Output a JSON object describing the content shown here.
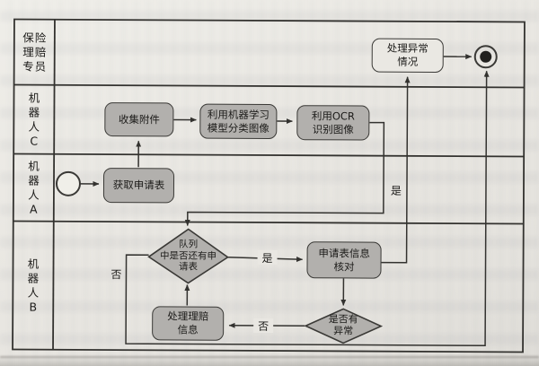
{
  "diagram": {
    "lanes": [
      {
        "id": "claims-specialist",
        "label": "保险\n理赔\n专员"
      },
      {
        "id": "robot-c",
        "label": "机\n器\n人\nC"
      },
      {
        "id": "robot-a",
        "label": "机\n器\n人\nA"
      },
      {
        "id": "robot-b",
        "label": "机\n器\n人\nB"
      }
    ],
    "nodes": {
      "handle_exception": {
        "label": "处理异常\n情况",
        "type": "task"
      },
      "collect_attachments": {
        "label": "收集附件",
        "type": "task"
      },
      "ml_classify": {
        "label": "利用机器学习\n模型分类图像",
        "type": "task"
      },
      "ocr_recognize": {
        "label": "利用OCR\n识别图像",
        "type": "task"
      },
      "get_application_form": {
        "label": "获取申请表",
        "type": "task"
      },
      "queue_has_forms": {
        "label": "队列\n中是否还有申\n请表",
        "type": "decision"
      },
      "verify_application_info": {
        "label": "申请表信息\n核对",
        "type": "task"
      },
      "has_exception": {
        "label": "是否有\n异常",
        "type": "decision"
      },
      "process_claim_info": {
        "label": "处理理赔\n信息",
        "type": "task"
      }
    },
    "edge_labels": {
      "queue_yes": "是",
      "queue_no": "否",
      "exception_yes": "是",
      "exception_no": "否"
    },
    "colors": {
      "node_fill": "#b2b0ad",
      "node_border": "#3a3936",
      "light_node_fill": "#eae8e3",
      "line": "#33322f",
      "paper": "#e9e7e2",
      "text": "#1c1b19"
    }
  }
}
